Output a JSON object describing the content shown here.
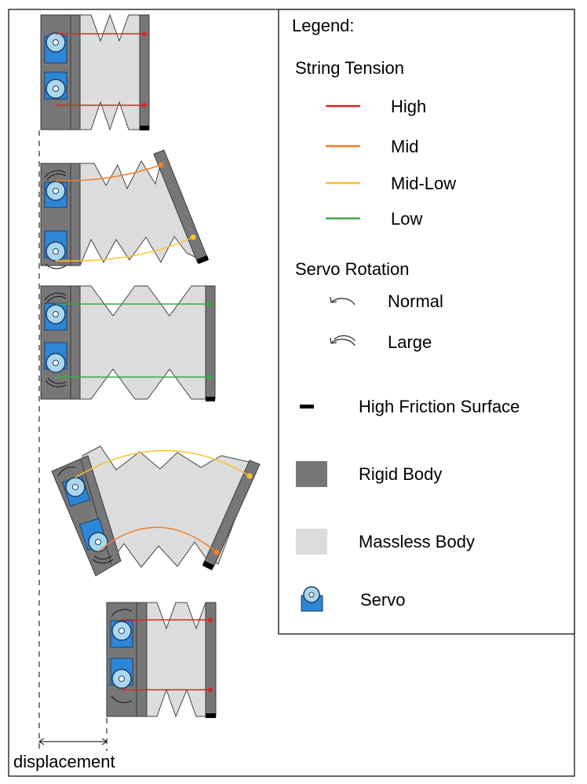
{
  "legend": {
    "title": "Legend:",
    "string_tension": {
      "heading": "String Tension",
      "items": [
        {
          "label": "High",
          "color": "#d62828"
        },
        {
          "label": "Mid",
          "color": "#f07f2a"
        },
        {
          "label": "Mid-Low",
          "color": "#f8c12c"
        },
        {
          "label": "Low",
          "color": "#3aa845"
        }
      ]
    },
    "servo_rotation": {
      "heading": "Servo Rotation",
      "items": [
        {
          "label": "Normal",
          "icon": "single-arc-arrow-icon"
        },
        {
          "label": "Large",
          "icon": "double-arc-arrow-icon"
        }
      ]
    },
    "components": [
      {
        "label": "High Friction Surface",
        "icon": "high-friction-surface-icon",
        "color": "#000000"
      },
      {
        "label": "Rigid Body",
        "icon": "rigid-body-swatch",
        "color": "#777777"
      },
      {
        "label": "Massless Body",
        "icon": "massless-body-swatch",
        "color": "#dddddd"
      },
      {
        "label": "Servo",
        "icon": "servo-icon",
        "color": "#2e86d6"
      }
    ]
  },
  "displacement_label": "displacement",
  "colors": {
    "rigid": "#777777",
    "rigid_stroke": "#3a3a3a",
    "massless": "#dddddd",
    "servo_body": "#2e86d6",
    "servo_wheel": "#a9d8ee",
    "friction": "#000000"
  }
}
